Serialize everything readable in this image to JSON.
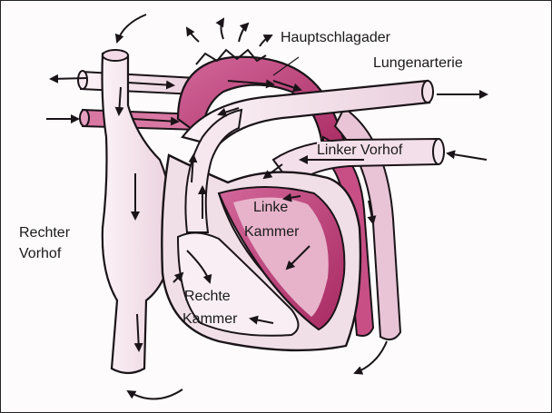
{
  "labels": {
    "hauptschlagader": "Hauptschlagader",
    "lungenarterie": "Lungenarterie",
    "linker_vorhof": "Linker Vorhof",
    "linke_kammer_l1": "Linke",
    "linke_kammer_l2": "Kammer",
    "rechter_vorhof_l1": "Rechter",
    "rechter_vorhof_l2": "Vorhof",
    "rechte_kammer_l1": "Rechte",
    "rechte_kammer_l2": "Kammer"
  },
  "colors": {
    "outline": "#1a1418",
    "tissue_light": "#f4e6ee",
    "tissue_mid": "#e2b4cb",
    "tissue_dark": "#b0306c",
    "vessel_pale": "#f6e9f0",
    "vessel_pink": "#d5759f"
  }
}
